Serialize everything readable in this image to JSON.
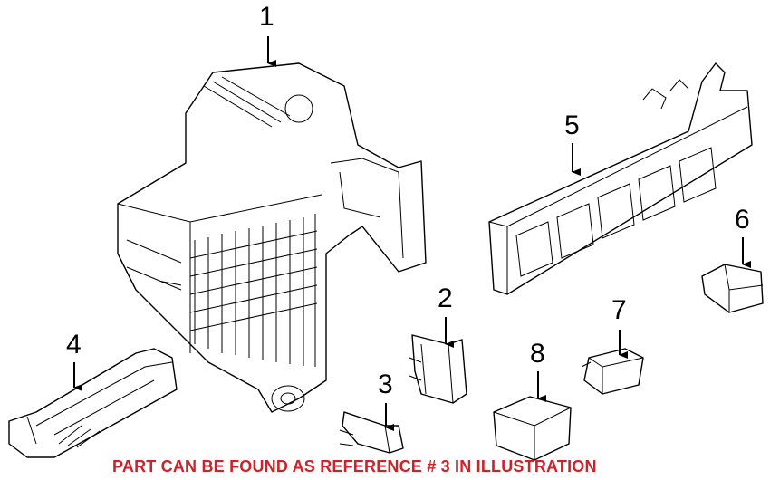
{
  "callouts": [
    "1",
    "2",
    "3",
    "4",
    "5",
    "6",
    "7",
    "8"
  ],
  "note": "PART CAN BE FOUND AS REFERENCE # 3 IN ILLUSTRATION",
  "note_color": "#d0202a"
}
